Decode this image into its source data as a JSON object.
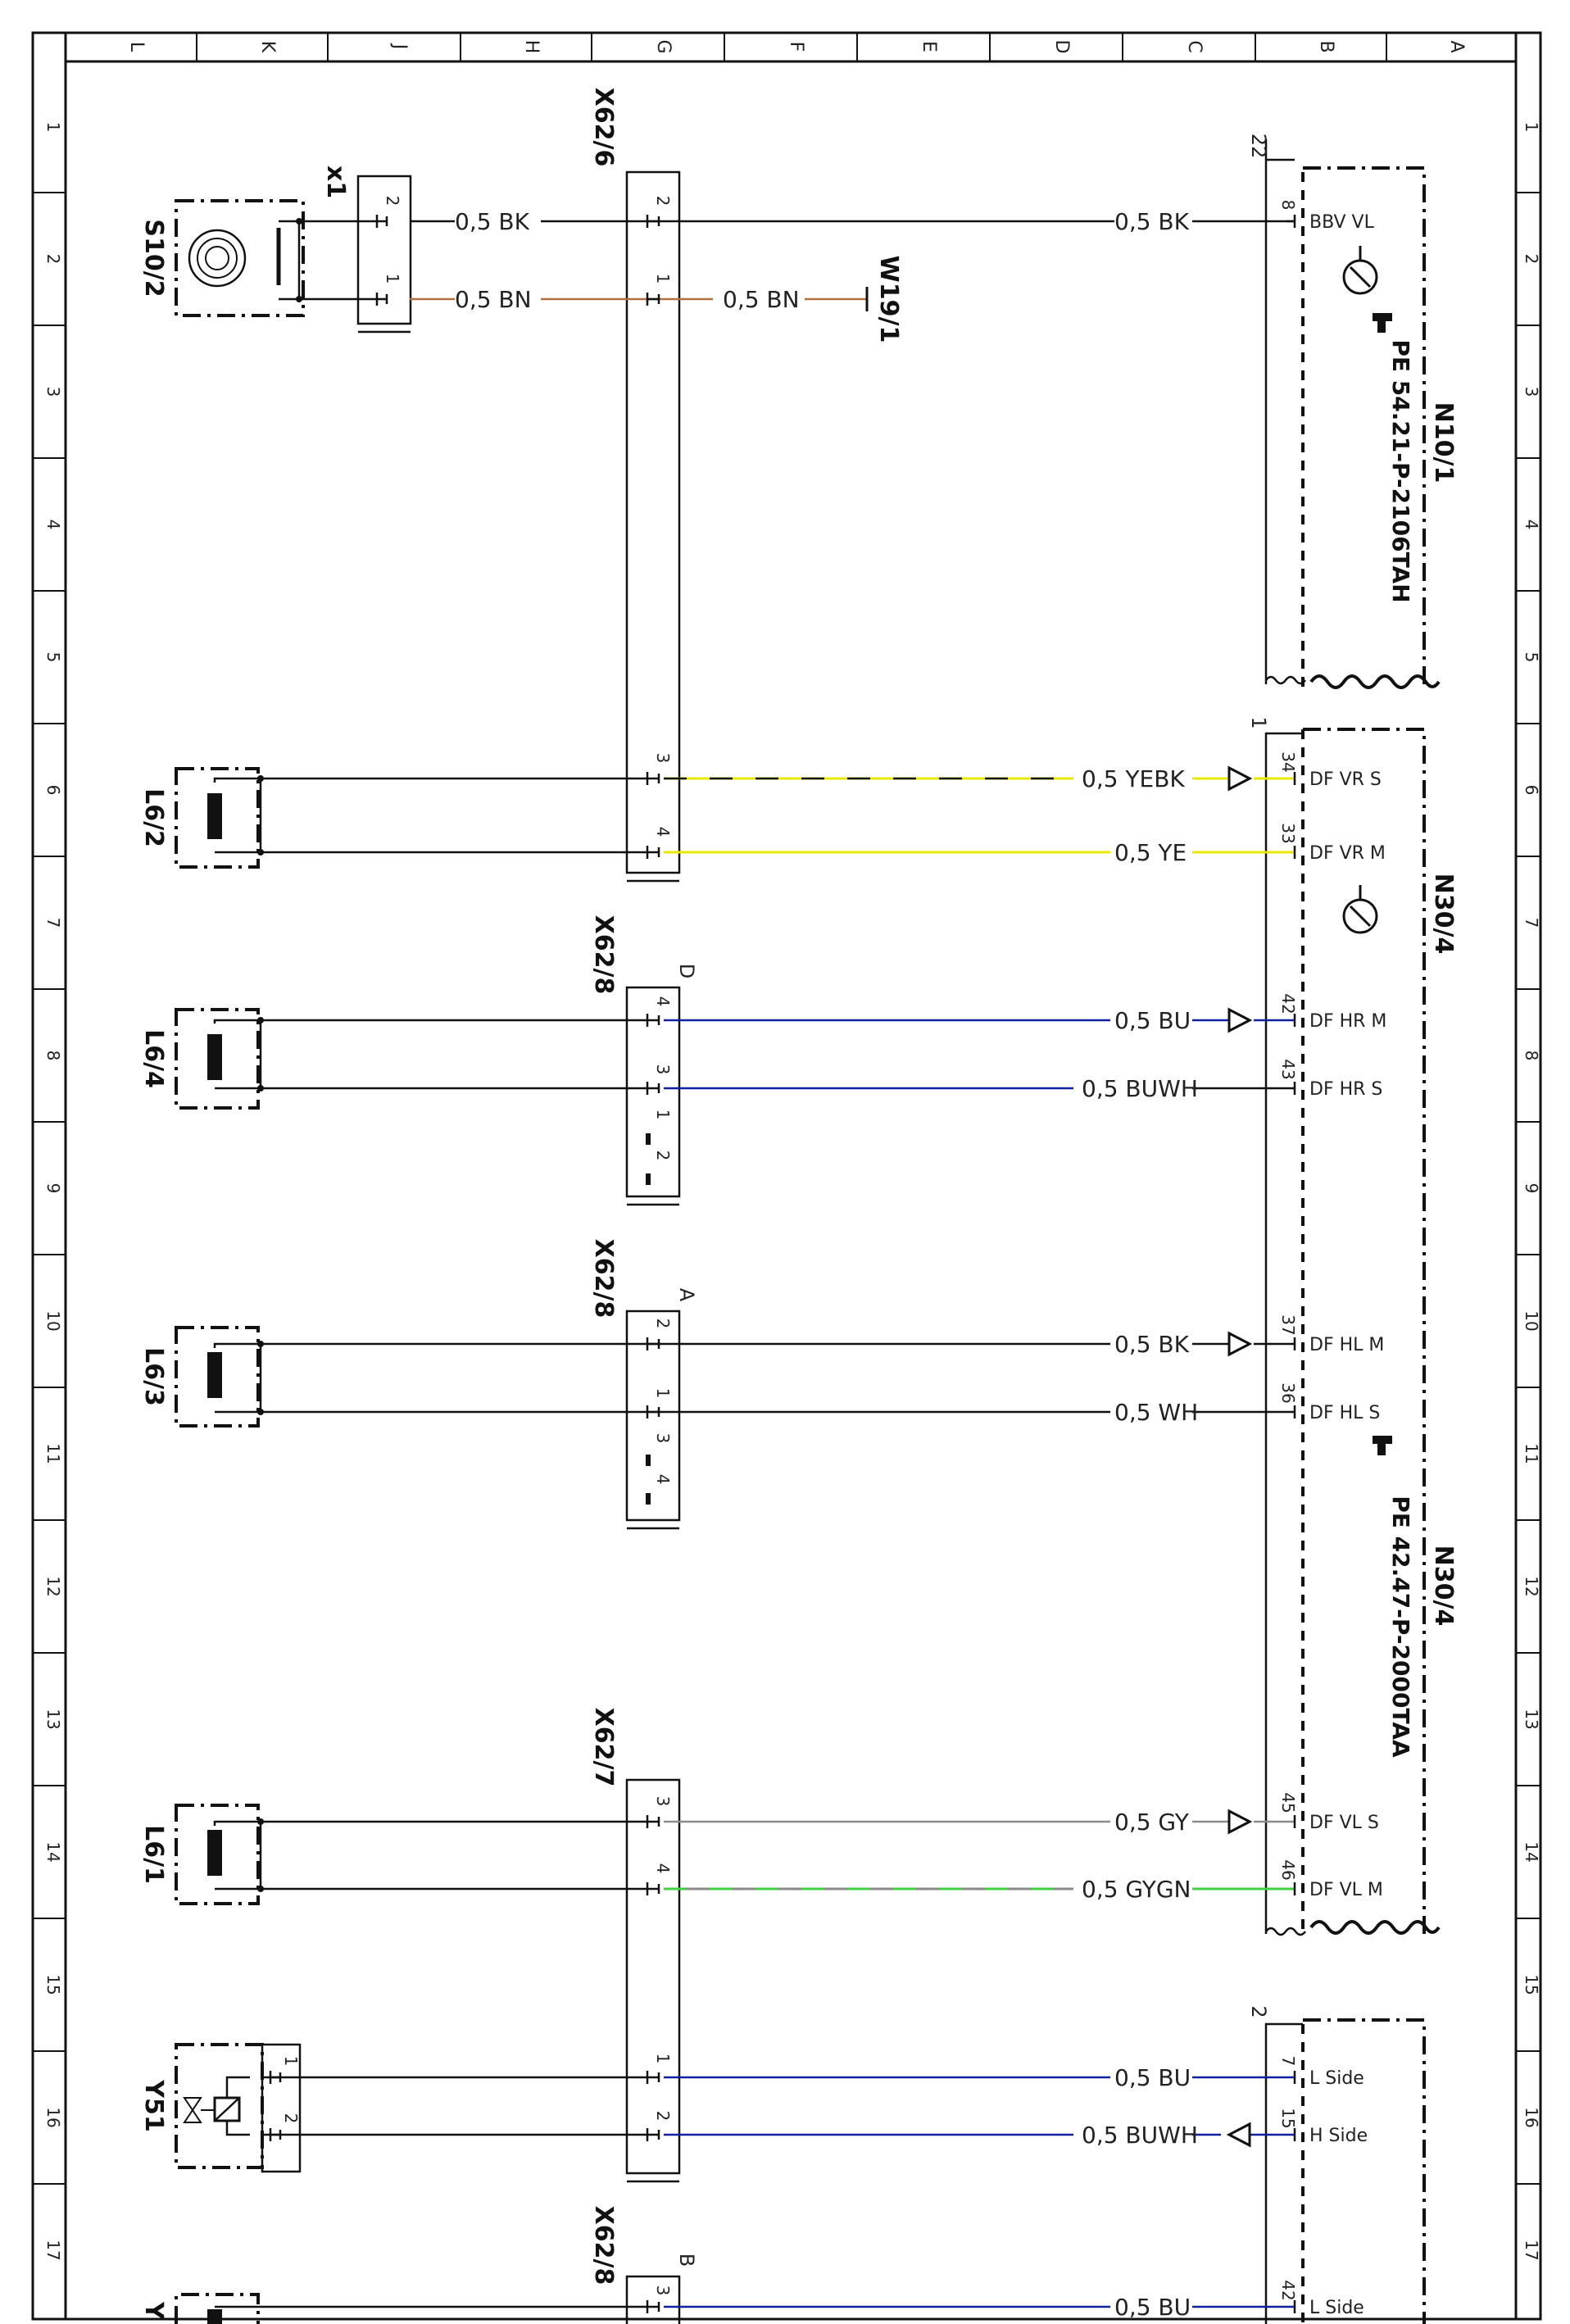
{
  "colors": {
    "ink": "#111111",
    "BK": "#111111",
    "BN": "#b07040",
    "YE": "#e8e800",
    "BU": "#1020a0",
    "GY": "#8a8a8a",
    "GN": "#40d040",
    "WH": "#111111"
  },
  "border": {
    "columns": [
      "L",
      "K",
      "J",
      "H",
      "G",
      "F",
      "E",
      "D",
      "C",
      "B",
      "A"
    ],
    "rows": [
      "1",
      "2",
      "3",
      "4",
      "5",
      "6",
      "7",
      "8",
      "9",
      "10",
      "11",
      "12",
      "13",
      "14",
      "15",
      "16",
      "17"
    ]
  },
  "components": {
    "s10_2": "S10/2",
    "x1": "x1",
    "x62_6": "X62/6",
    "w19_1": "W19/1",
    "l6_2": "L6/2",
    "l6_4": "L6/4",
    "l6_3": "L6/3",
    "l6_1": "L6/1",
    "y51": "Y51",
    "x62_8_d": "X62/8",
    "x62_8_a": "X62/8",
    "x62_7": "X62/7",
    "x62_8_b": "X62/8",
    "y_partial": "Y"
  },
  "connectors": {
    "x62_8_d_letter": "D",
    "x62_8_a_letter": "A",
    "x62_8_b_letter": "B"
  },
  "modules": {
    "n10_1": {
      "name": "N10/1",
      "ref": "PE 54.21-P-2106TAH",
      "plug": "22"
    },
    "n30_4a": {
      "name": "N30/4",
      "plug": "1"
    },
    "n30_4b": {
      "name": "N30/4",
      "ref": "PE 42.47-P-2000TAA"
    },
    "lower": {
      "plug": "2"
    }
  },
  "wires": [
    {
      "id": "w1",
      "label_left": "0,5 BK",
      "label_right": "0,5 BK",
      "color": "BK"
    },
    {
      "id": "w2",
      "label_left": "0,5 BN",
      "label_right": "0,5 BN",
      "color": "BN"
    },
    {
      "id": "w3",
      "label_right": "0,5 YEBK",
      "color": "YE"
    },
    {
      "id": "w4",
      "label_right": "0,5 YE",
      "color": "YE"
    },
    {
      "id": "w5",
      "label_right": "0,5 BU",
      "color": "BU"
    },
    {
      "id": "w6",
      "label_right": "0,5 BUWH",
      "color": "BU"
    },
    {
      "id": "w7",
      "label_right": "0,5 BK",
      "color": "BK"
    },
    {
      "id": "w8",
      "label_right": "0,5 WH",
      "color": "WH"
    },
    {
      "id": "w9",
      "label_right": "0,5 GY",
      "color": "GY"
    },
    {
      "id": "w10",
      "label_right": "0,5 GYGN",
      "color": "GY"
    },
    {
      "id": "w11",
      "label_right": "0,5 BU",
      "color": "BU"
    },
    {
      "id": "w12",
      "label_right": "0,5 BUWH",
      "color": "BU"
    },
    {
      "id": "w13",
      "label_right": "0,5 BU",
      "color": "BU"
    }
  ],
  "pins": {
    "x1_2": "2",
    "x1_1": "1",
    "x62_6_2": "2",
    "x62_6_1": "1",
    "x62_6_3": "3",
    "x62_6_4": "4",
    "x62_8d_4": "4",
    "x62_8d_3": "3",
    "x62_8d_1": "1",
    "x62_8d_2": "2",
    "x62_8a_2": "2",
    "x62_8a_1": "1",
    "x62_8a_3": "3",
    "x62_8a_4": "4",
    "x62_7_3": "3",
    "x62_7_4": "4",
    "x62_7_1": "1",
    "x62_7_2": "2",
    "x62_8b_3": "3",
    "y51_1": "1",
    "y51_2": "2",
    "m_8": "8",
    "m_34": "34",
    "m_33": "33",
    "m_42": "42",
    "m_43": "43",
    "m_37": "37",
    "m_36": "36",
    "m_45": "45",
    "m_46": "46",
    "m_7": "7",
    "m_15": "15",
    "m_42b": "42"
  },
  "signals": {
    "bbv_vl": "BBV VL",
    "df_vr_s": "DF VR S",
    "df_vr_m": "DF VR M",
    "df_hr_m": "DF HR M",
    "df_hr_s": "DF HR S",
    "df_hl_m": "DF HL M",
    "df_hl_s": "DF HL S",
    "df_vl_s": "DF VL S",
    "df_vl_m": "DF VL M",
    "l_side": "L Side",
    "h_side": "H Side",
    "l_side_b": "L Side"
  }
}
